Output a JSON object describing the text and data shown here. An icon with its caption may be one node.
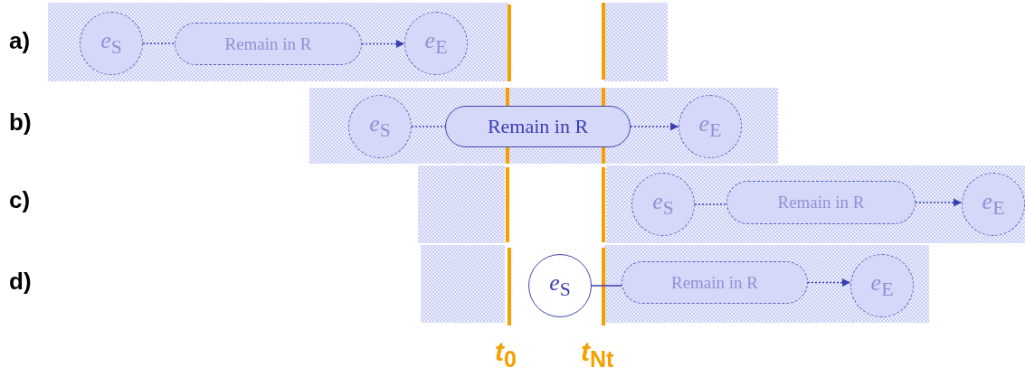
{
  "diagram": {
    "nodes": [
      {
        "text": [
          "*e*$_{S}$"
        ]
      },
      {
        "text": [
          "Remain in R"
        ]
      },
      {
        "text": [
          "*e*$_{E}$"
        ]
      },
      {
        "text": [
          "*e*$_{S}$"
        ]
      },
      {
        "text": [
          "Remain in R"
        ]
      },
      {
        "text": [
          "*e*$_{E}$"
        ]
      },
      {
        "text": [
          "*e*$_{S}$"
        ]
      },
      {
        "text": [
          "Remain in R"
        ]
      },
      {
        "text": [
          "*e*$_{E}$"
        ]
      },
      {
        "text": [
          "*e*$_{S}$"
        ]
      },
      {
        "text": [
          "Remain in R"
        ]
      },
      {
        "text": [
          "*e*$_{E}$"
        ]
      }
    ],
    "edges": [
      {
        "from": 0,
        "to": 1,
        "arrow": "none",
        "style": "dashed"
      },
      {
        "from": 1,
        "to": 2,
        "arrow": "to",
        "style": "dashed"
      },
      {
        "from": 3,
        "to": 4,
        "arrow": "none",
        "style": "dashed"
      },
      {
        "from": 4,
        "to": 5,
        "arrow": "to",
        "style": "dashed"
      },
      {
        "from": 6,
        "to": 7,
        "arrow": "none",
        "style": "dashed"
      },
      {
        "from": 7,
        "to": 8,
        "arrow": "to",
        "style": "dashed"
      },
      {
        "from": 9,
        "to": 10,
        "arrow": "none"
      },
      {
        "from": 10,
        "to": 11,
        "arrow": "to",
        "style": "dashed"
      }
    ],
    "labels": [
      "a)",
      "b)",
      "c)",
      "d)",
      "*t*$_{0}$",
      "*t*$_{Nt}$"
    ]
  }
}
